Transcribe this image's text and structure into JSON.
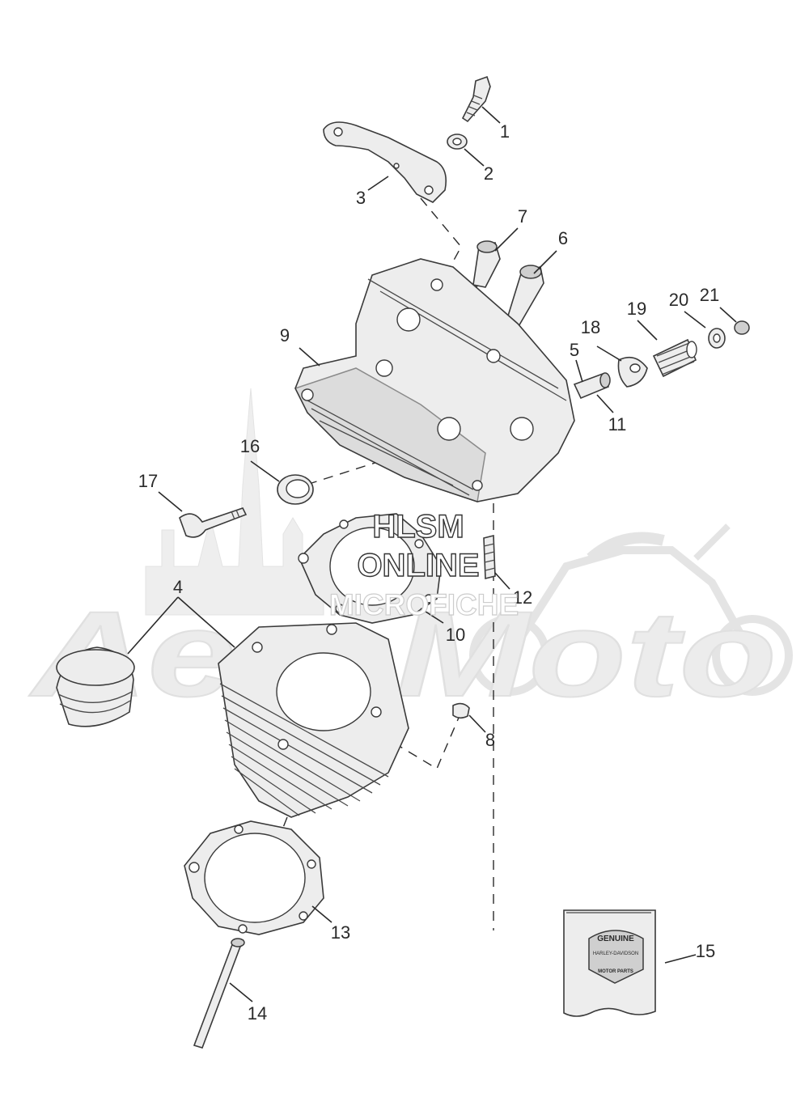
{
  "watermark": {
    "line1": "HLSM",
    "line2": "ONLINE",
    "line3": "MICROFICHE",
    "brand_logo": "AeroMoto"
  },
  "packet_logo": {
    "top_word": "GENUINE",
    "middle_text": "HARLEY-DAVIDSON",
    "bottom_text": "MOTOR PARTS"
  },
  "callouts": [
    {
      "id": "1",
      "label": "1"
    },
    {
      "id": "2",
      "label": "2"
    },
    {
      "id": "3",
      "label": "3"
    },
    {
      "id": "4",
      "label": "4"
    },
    {
      "id": "5",
      "label": "5"
    },
    {
      "id": "6",
      "label": "6"
    },
    {
      "id": "7",
      "label": "7"
    },
    {
      "id": "8",
      "label": "8"
    },
    {
      "id": "9",
      "label": "9"
    },
    {
      "id": "10",
      "label": "10"
    },
    {
      "id": "11",
      "label": "11"
    },
    {
      "id": "12",
      "label": "12"
    },
    {
      "id": "13",
      "label": "13"
    },
    {
      "id": "14",
      "label": "14"
    },
    {
      "id": "15",
      "label": "15"
    },
    {
      "id": "16",
      "label": "16"
    },
    {
      "id": "17",
      "label": "17"
    },
    {
      "id": "18",
      "label": "18"
    },
    {
      "id": "19",
      "label": "19"
    },
    {
      "id": "20",
      "label": "20"
    },
    {
      "id": "21",
      "label": "21"
    }
  ],
  "colors": {
    "line": "#2a2a2a",
    "part_fill": "#ededed",
    "watermark": "#e6e6e6"
  }
}
